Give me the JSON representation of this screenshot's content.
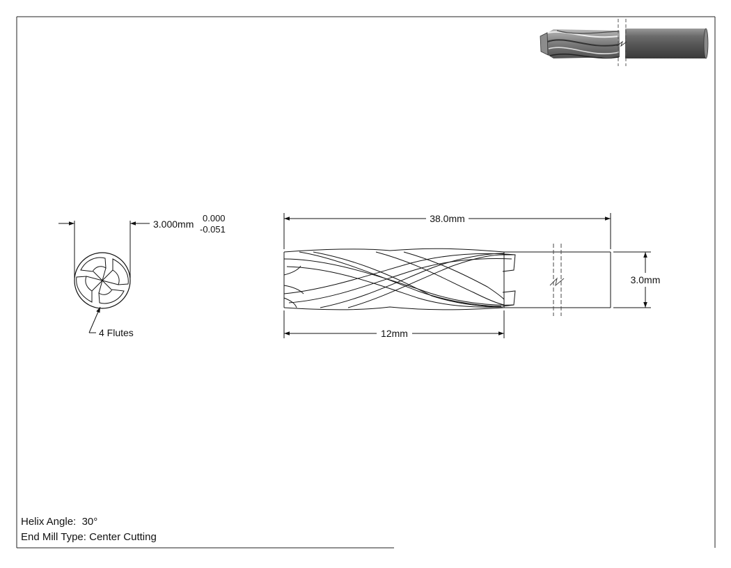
{
  "drawing": {
    "overall_length": "38.0mm",
    "diameter": "3.0mm",
    "flute_length": "12mm",
    "cutter_diameter": {
      "value": "3.000mm",
      "tol_upper": "0.000",
      "tol_lower": "-0.051"
    },
    "flutes_callout": "4 Flutes"
  },
  "notes": {
    "helix_label": "Helix Angle:",
    "helix_value": "30°",
    "type_label": "End Mill Type:",
    "type_value": "Center Cutting"
  }
}
